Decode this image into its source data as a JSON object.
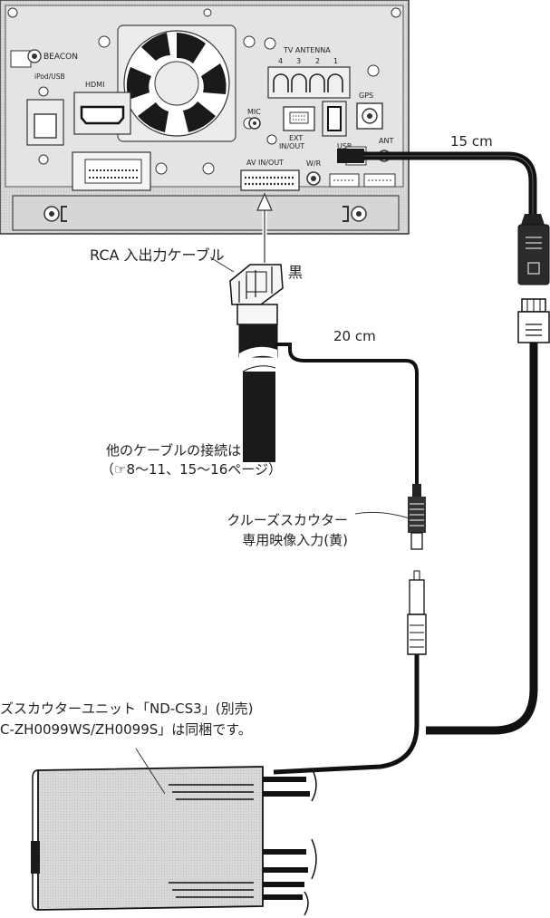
{
  "unit": {
    "ports": {
      "beacon": "BEACON",
      "ipod_usb": "iPod/USB",
      "hdmi": "HDMI",
      "tv_antenna": "TV ANTENNA",
      "tv_ch4": "4",
      "tv_ch3": "3",
      "tv_ch2": "2",
      "tv_ch1": "1",
      "gps": "GPS",
      "mic": "MIC",
      "ext_line1": "EXT",
      "ext_line2": "IN/OUT",
      "usb": "USB",
      "ant": "ANT",
      "av_in_out": "AV IN/OUT",
      "wr": "W/R"
    }
  },
  "labels": {
    "cable_length_top": "15 cm",
    "rca_cable": "RCA 入出力ケーブル",
    "black": "黒",
    "cable_length_mid": "20 cm",
    "other_cables_line1": "他のケーブルの接続は",
    "other_cables_line2": "（☞8～11、15～16ページ）",
    "cruise_scouter_line1": "クルーズスカウター",
    "cruise_scouter_line2": "専用映像入力(黄)",
    "unit_note_line1": "ズスカウターユニット「ND-CS3」(別売)",
    "unit_note_line2": "C-ZH0099WS/ZH0099S」は同梱です。"
  }
}
